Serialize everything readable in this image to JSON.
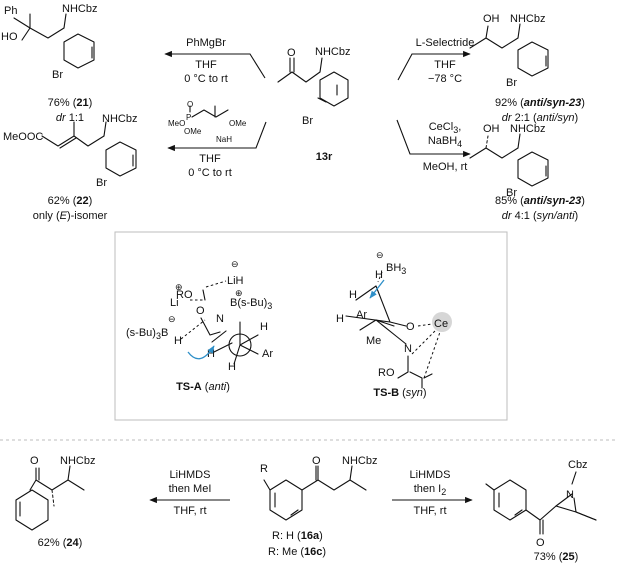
{
  "top_scheme": {
    "start": {
      "label": "13r",
      "groups": {
        "nhcbz": "NHCbz",
        "br": "Br"
      }
    },
    "products": {
      "p21": {
        "yield": "76% (",
        "id": "21",
        "close": ")",
        "dr_label": "dr",
        "dr_value": " 1:1",
        "groups": {
          "ph": "Ph",
          "ho": "HO",
          "nhcbz": "NHCbz",
          "br": "Br"
        }
      },
      "p22": {
        "yield": "62% (",
        "id": "22",
        "close": ")",
        "note_a": "only (",
        "note_b": "E",
        "note_c": ")-isomer",
        "groups": {
          "meooc": "MeOOC",
          "nhcbz": "NHCbz",
          "br": "Br"
        }
      },
      "p23a": {
        "yield": "92% (",
        "id": "anti/syn-23",
        "close": ")",
        "dr_label": "dr",
        "dr_value": " 2:1 (",
        "dr_ratio": "anti/syn",
        "dr_close": ")",
        "groups": {
          "oh": "OH",
          "nhcbz": "NHCbz",
          "br": "Br"
        }
      },
      "p23b": {
        "yield": "85% (",
        "id": "anti/syn-23",
        "close": ")",
        "dr_label": "dr",
        "dr_value": " 4:1 (",
        "dr_ratio": "syn/anti",
        "dr_close": ")",
        "groups": {
          "oh": "OH",
          "nhcbz": "NHCbz",
          "br": "Br"
        }
      }
    },
    "conditions": {
      "grignard": {
        "reagent": "PhMgBr",
        "solvent": "THF",
        "temp": "0 °C to rt"
      },
      "hwe": {
        "reagent_ome1": "MeO",
        "reagent_p": "P",
        "reagent_o": "O",
        "reagent_ome2": "OMe",
        "reagent_ome3": "OMe",
        "base": "NaH",
        "solvent": "THF",
        "temp": "0 °C to rt"
      },
      "selectride": {
        "reagent": "L-Selectride",
        "solvent": "THF",
        "temp": "−78 °C"
      },
      "luche": {
        "reagent1": "CeCl",
        "reagent1_sub": "3",
        "reagent1_end": ",",
        "reagent2": "NaBH",
        "reagent2_sub": "4",
        "solvent": "MeOH, rt"
      }
    }
  },
  "transition_states": {
    "ts_a": {
      "label": "TS-A",
      "mode": "anti",
      "atoms": {
        "li": "Li",
        "lih": "LiH",
        "ro": "RO",
        "b_right": "B(s-Bu)",
        "b_right_sub": "3",
        "o": "O",
        "n": "N",
        "b_left": "(s-Bu)",
        "b_left_sub": "3",
        "b_left_b": "B",
        "h": "H",
        "ar": "Ar"
      }
    },
    "ts_b": {
      "label": "TS-B",
      "mode": "syn",
      "atoms": {
        "bh3": "BH",
        "bh3_sub": "3",
        "h": "H",
        "ar": "Ar",
        "o": "O",
        "ce": "Ce",
        "me": "Me",
        "n": "N",
        "ro": "RO"
      }
    }
  },
  "bottom_scheme": {
    "start": {
      "r": "R",
      "nhcbz": "NHCbz",
      "var1": "R: H (",
      "var1_id": "16a",
      "var2": "R: Me (",
      "var2_id": "16c",
      "close": ")"
    },
    "left": {
      "reagent": "LiHMDS",
      "then": "then MeI",
      "solvent": "THF, rt",
      "yield": "62% (",
      "id": "24",
      "close": ")",
      "nhcbz": "NHCbz"
    },
    "right": {
      "reagent": "LiHMDS",
      "then": "then I",
      "then_sub": "2",
      "solvent": "THF, rt",
      "yield": "73% (",
      "id": "25",
      "close": ")",
      "cbz": "Cbz",
      "n": "N",
      "o": "O"
    }
  }
}
